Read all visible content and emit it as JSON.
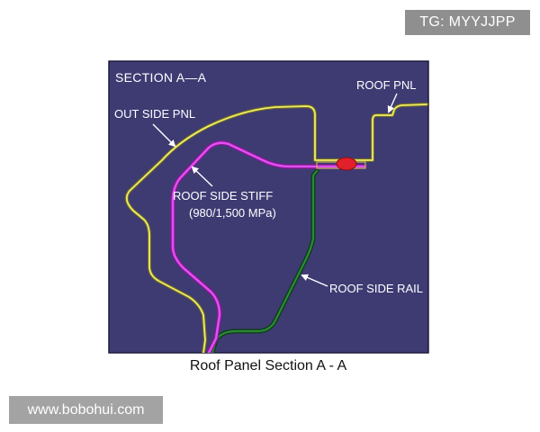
{
  "watermarks": {
    "tg": "TG: MYYJJPP",
    "site": "www.bobohui.com"
  },
  "diagram": {
    "section_title": "SECTION A—A",
    "labels": {
      "roof_pnl": "ROOF PNL",
      "out_side_pnl": "OUT SIDE PNL",
      "roof_side_stiff": "ROOF SIDE STIFF",
      "roof_side_stiff_spec": "(980/1,500 MPa)",
      "roof_side_rail": "ROOF SIDE RAIL"
    },
    "caption": "Roof Panel Section A - A",
    "colors": {
      "background": "#3e3b73",
      "out_side_pnl": "#e3e05c",
      "roof_side_stiff": "#c02fd2",
      "roof_side_rail": "#1f6a2a",
      "weld_spot": "#e0202a",
      "arrow": "#ffffff"
    }
  }
}
